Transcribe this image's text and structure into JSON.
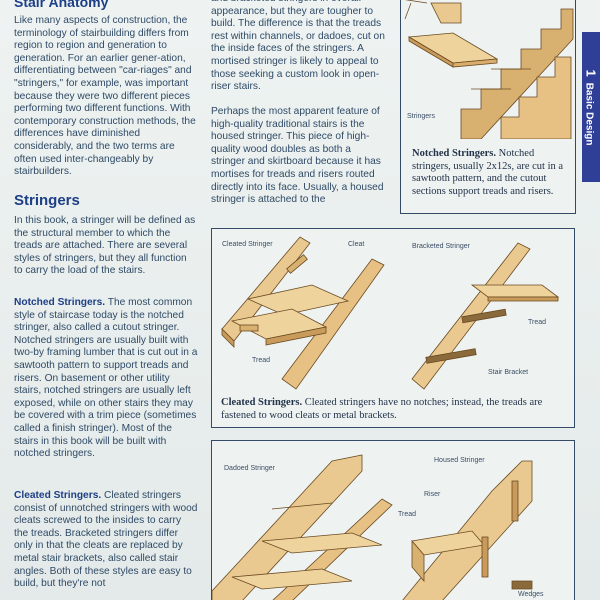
{
  "page": {
    "top_heading": "Stair Anatomy",
    "tab": {
      "number": "1",
      "label": "Basic Design"
    }
  },
  "left_column": {
    "intro": "Like many aspects of construction, the terminology of stairbuilding differs from region to region and generation to generation. For an earlier gener-ation, differentiating between \"car-riages\" and \"stringers,\" for example, was important because they were two different pieces performing two different functions. With contemporary construction methods, the differences have diminished considerably, and the two terms are often used inter-changeably by stairbuilders.",
    "stringers_heading": "Stringers",
    "stringers_text": "In this book, a stringer will be defined as the structural member to which the treads are attached. There are several styles of stringers, but they all function to carry the load of the stairs.",
    "notched_lead": "Notched Stringers.",
    "notched_text": " The most common style of staircase today is the notched stringer, also called a cutout stringer. Notched stringers are usually built with two-by framing lumber that is cut out in a sawtooth pattern to support treads and risers. On basement or other utility stairs, notched stringers are usually left exposed, while on other stairs they may be covered with a trim piece (sometimes called a finish stringer). Most of the stairs in this book will be built with notched stringers.",
    "cleated_lead": "Cleated Stringers.",
    "cleated_text": " Cleated stringers consist of unnotched stringers with wood cleats screwed to the insides to carry the treads. Bracketed stringers differ only in that the cleats are replaced by metal stair brackets, also called stair angles. Both of these styles are easy to build, but they're not"
  },
  "mid_column": {
    "para1": "and bracketed stringers in overall appearance, but they are tougher to build. The difference is that the treads rest within channels, or dadoes, cut on the inside faces of the stringers. A mortised stringer is likely to appeal to those seeking a custom look in open-riser stairs.",
    "para2": "Perhaps the most apparent feature of high-quality traditional stairs is the housed stringer. This piece of high-quality wood doubles as both a stringer and skirtboard because it has mortises for treads and risers routed directly into its face. Usually, a housed stringer is attached to the"
  },
  "figures": {
    "notched": {
      "label_stringers": "Stringers",
      "caption_bold": "Notched Stringers.",
      "caption_text": " Notched stringers, usually 2x12s, are cut in a sawtooth pattern, and the cutout sections support treads and risers."
    },
    "cleated": {
      "label_cleated_stringer": "Cleated Stringer",
      "label_cleat": "Cleat",
      "label_tread_left": "Tread",
      "label_bracketed_stringer": "Bracketed Stringer",
      "label_tread_right": "Tread",
      "label_stair_bracket": "Stair Bracket",
      "caption_bold": "Cleated Stringers.",
      "caption_text": " Cleated stringers have no notches; instead, the treads are fastened to wood cleats or metal brackets."
    },
    "dadoed": {
      "label_dadoed_stringer": "Dadoed Stringer",
      "label_housed_stringer": "Housed Stringer",
      "label_riser": "Riser",
      "label_tread": "Tread",
      "label_wedges": "Wedges"
    }
  },
  "colors": {
    "heading_blue": "#1d3f86",
    "tab_blue": "#2f3f98",
    "wood": "#e9c98f",
    "wood_dark": "#c99b5b"
  }
}
